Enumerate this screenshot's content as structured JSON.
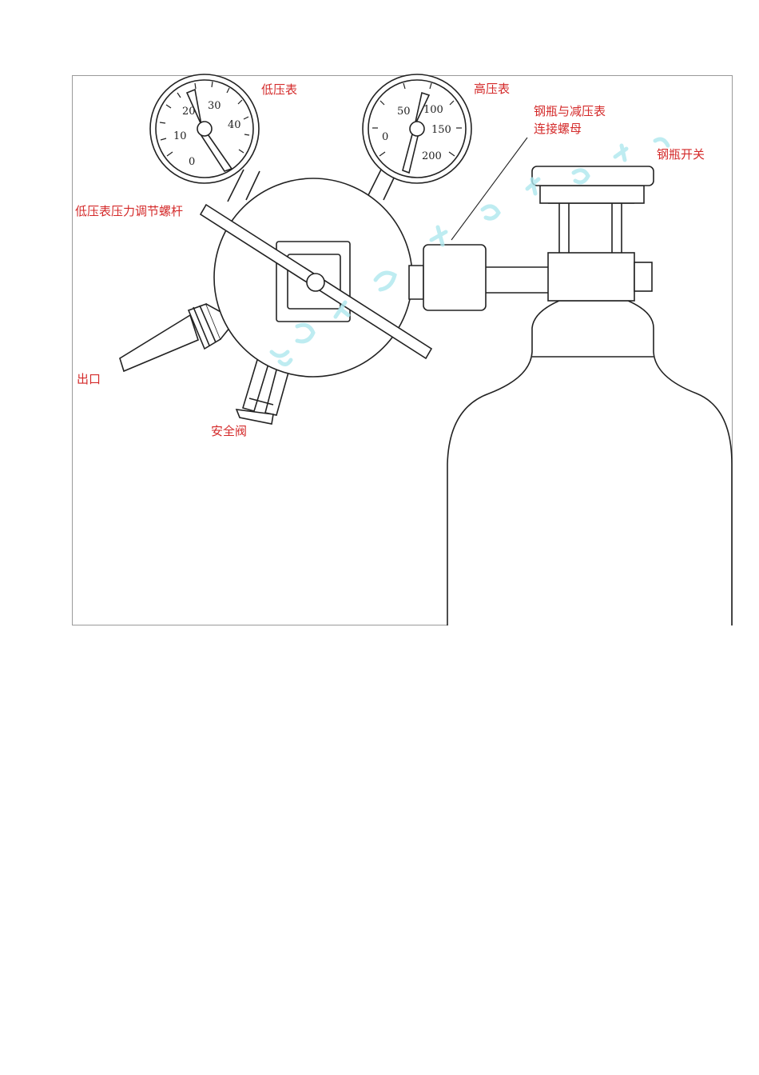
{
  "labels": {
    "low_gauge": "低压表",
    "high_gauge": "高压表",
    "connect_nut_line1": "钢瓶与减压表",
    "connect_nut_line2": "连接螺母",
    "cylinder_switch": "钢瓶开关",
    "adjust_screw": "低压表压力调节螺杆",
    "outlet": "出口",
    "safety_valve": "安全阀"
  },
  "low_gauge_ticks": [
    "0",
    "10",
    "20",
    "30",
    "40"
  ],
  "high_gauge_ticks": [
    "0",
    "50",
    "100",
    "150",
    "200"
  ],
  "colors": {
    "label": "#d42a2a",
    "line": "#222222",
    "frame": "#9a9a9a"
  }
}
